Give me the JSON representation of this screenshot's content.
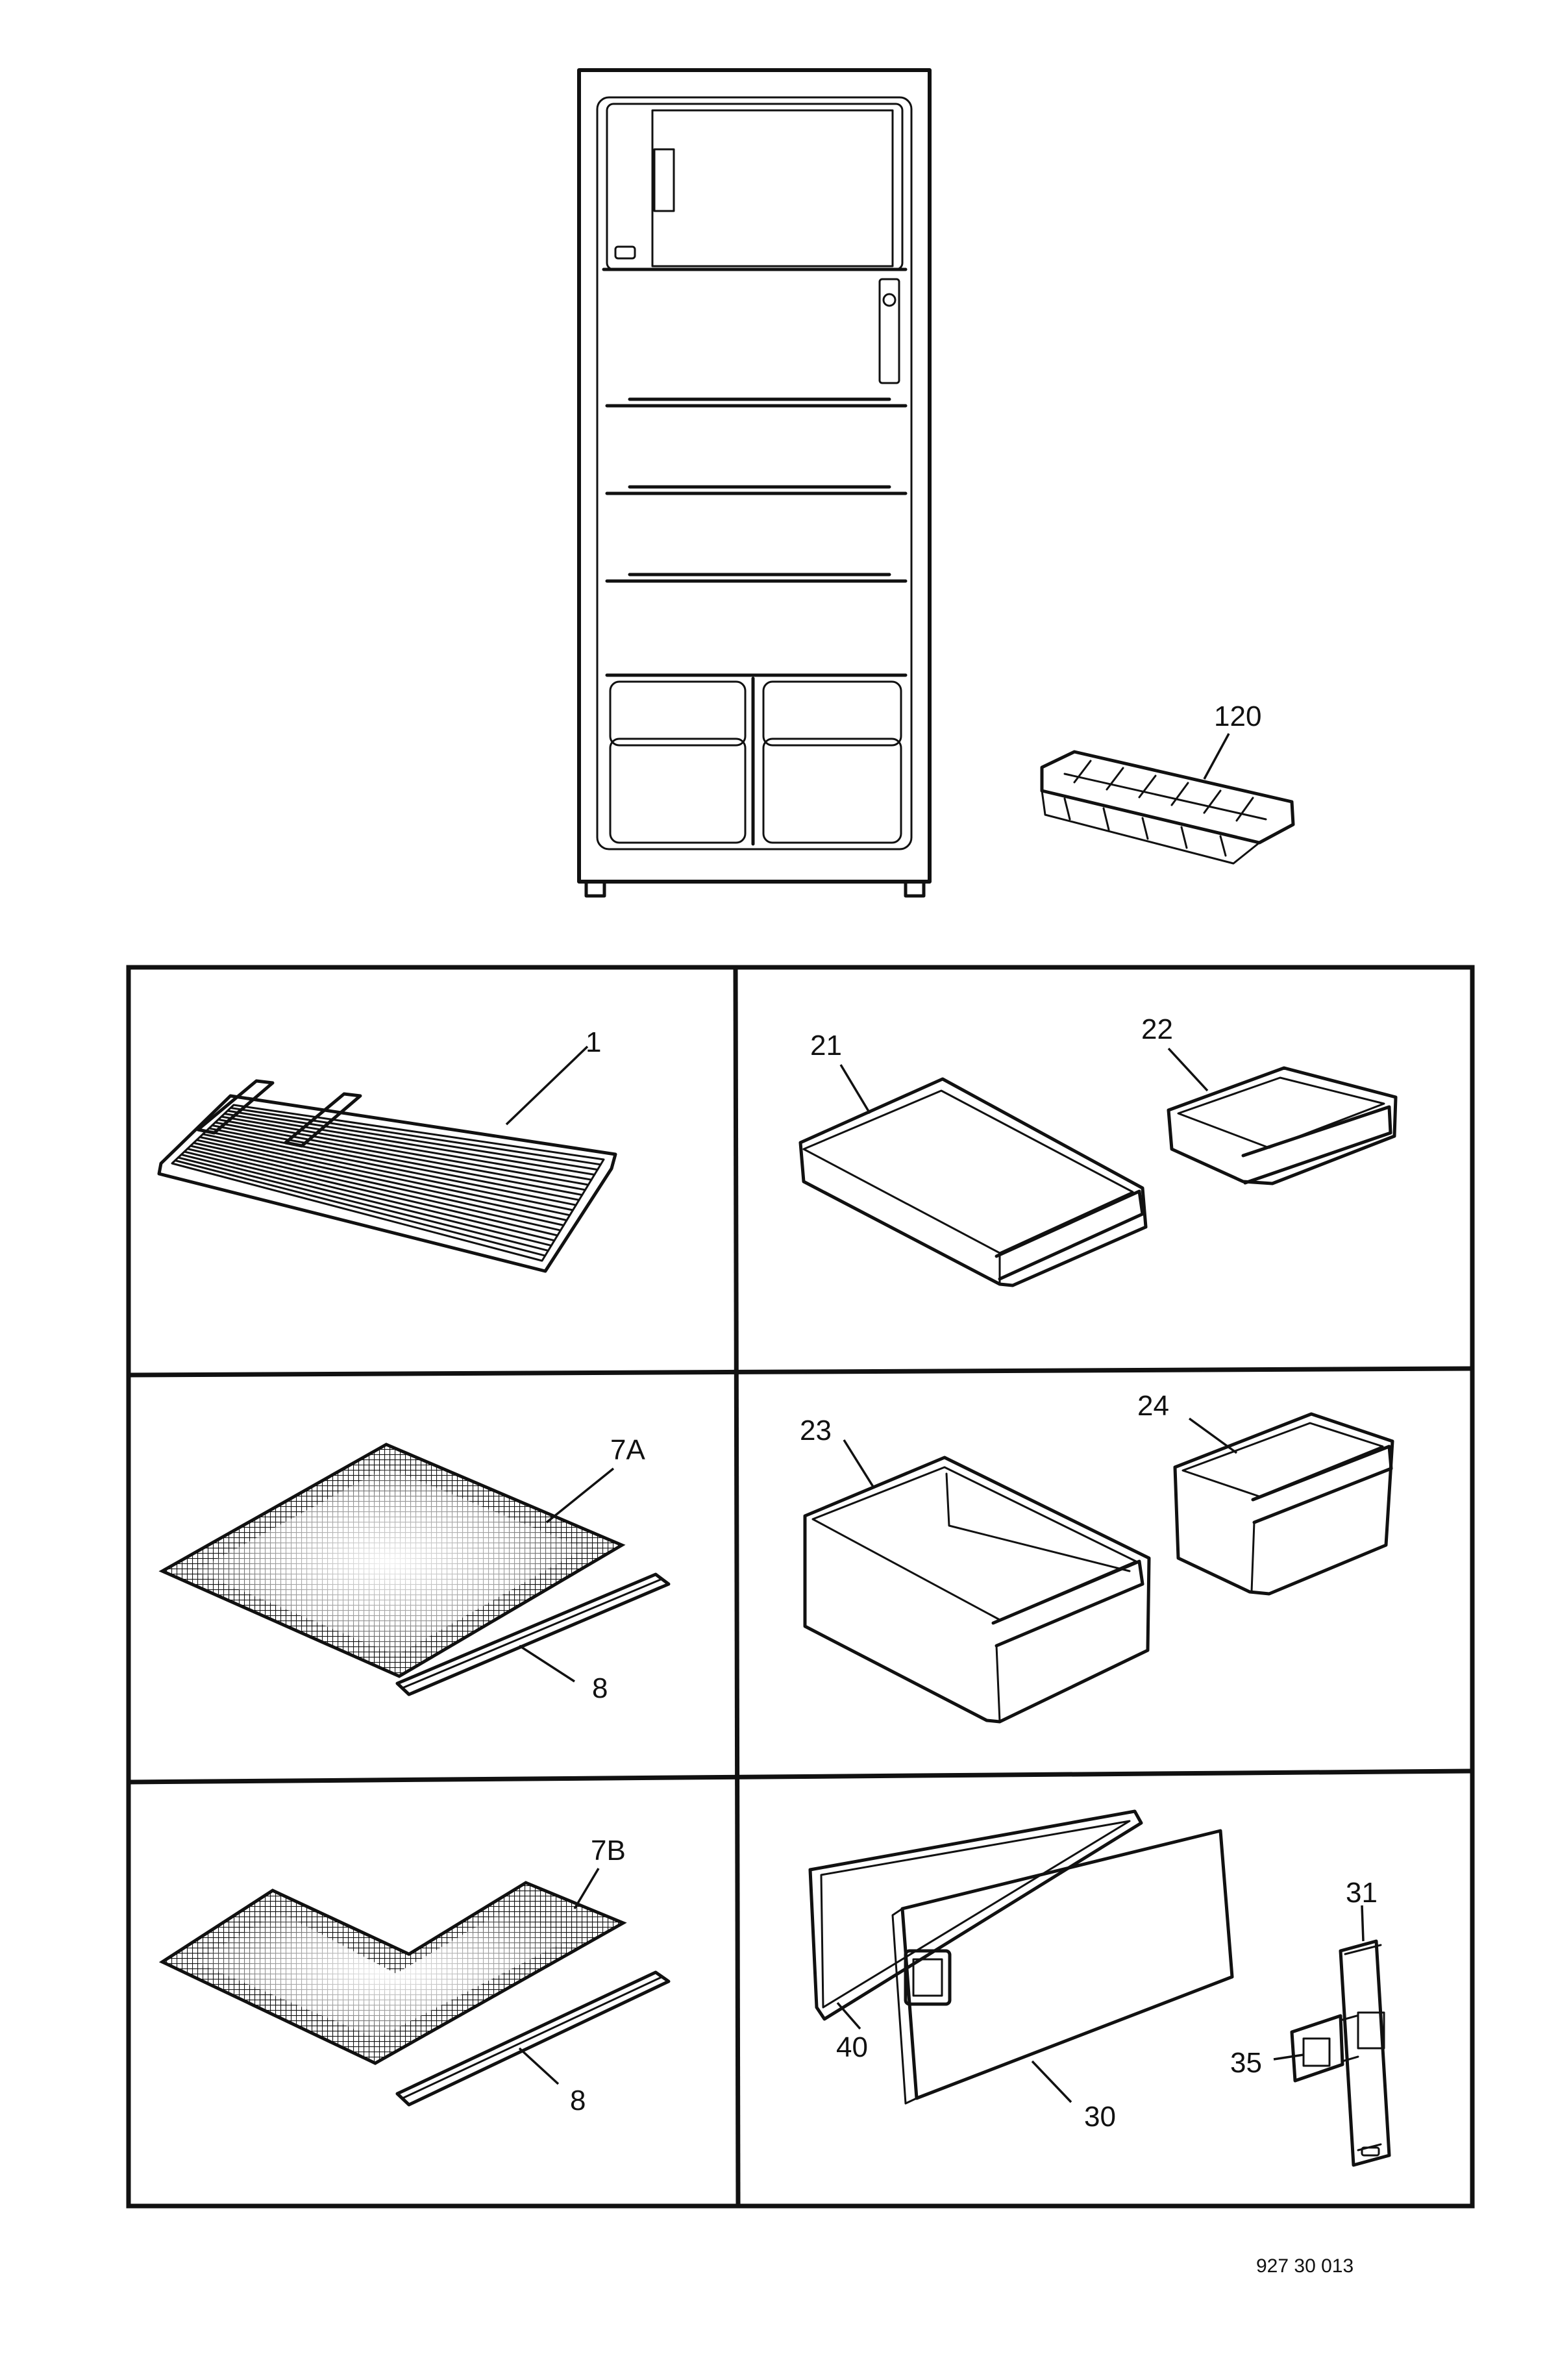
{
  "labels": {
    "ice_tray": "120",
    "wire_shelf": "1",
    "drawer_large_top": "21",
    "drawer_small_top": "22",
    "glass_shelf_a": "7A",
    "trim_strip_a": "8",
    "crisper_large": "23",
    "crisper_small": "24",
    "glass_shelf_b": "7B",
    "trim_strip_b": "8",
    "gasket": "40",
    "door_panel": "30",
    "hinge_bracket": "31",
    "hinge_pin": "35"
  },
  "catalog_number": "927 30 013"
}
